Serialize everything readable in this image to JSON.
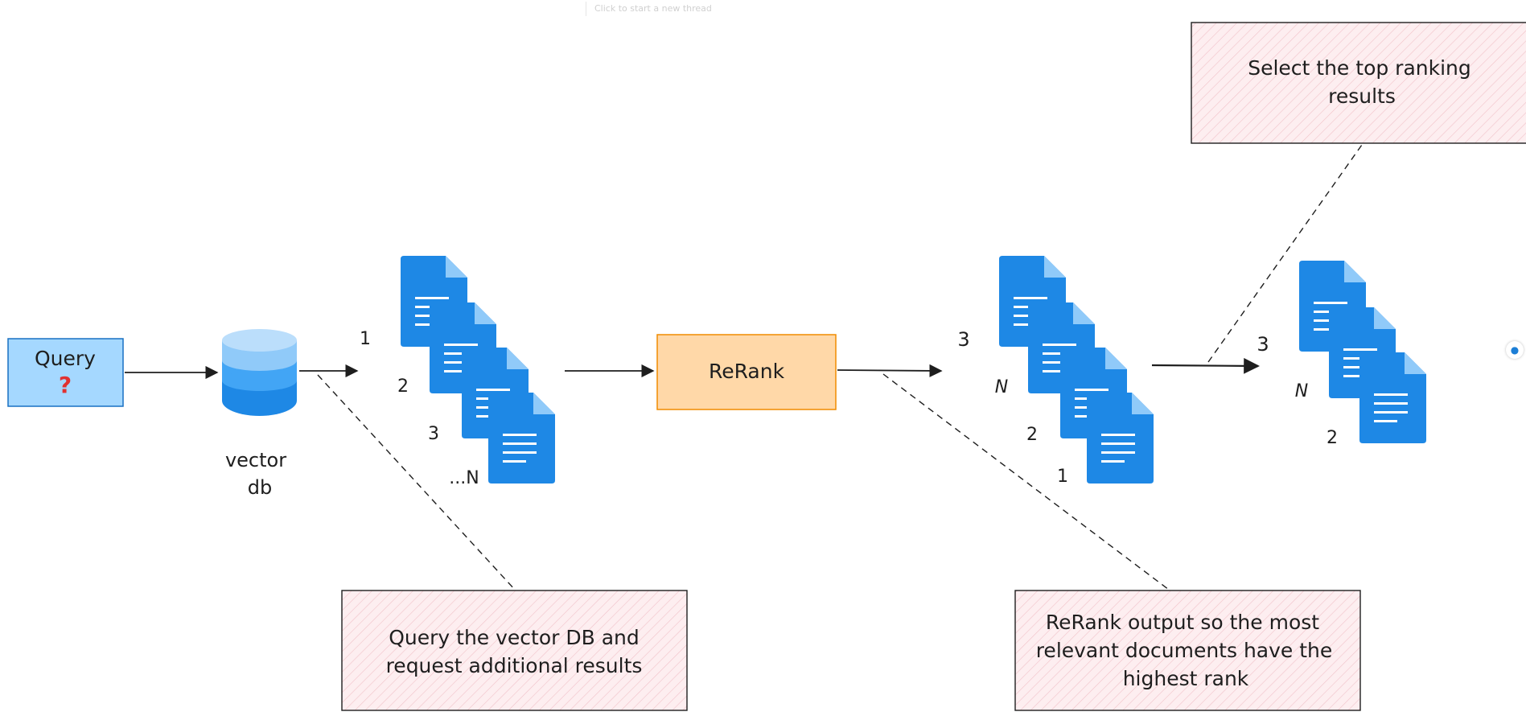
{
  "canvas_hint": "Click to start a new thread",
  "query_box": {
    "label": "Query",
    "mark": "?"
  },
  "vector_db": {
    "label_line1": "vector",
    "label_line2": "db"
  },
  "retrieved_docs": {
    "labels": [
      "1",
      "2",
      "3",
      "...N"
    ]
  },
  "rerank": {
    "label": "ReRank"
  },
  "reranked_docs": {
    "labels": [
      "3",
      "N",
      "2",
      "1"
    ]
  },
  "top_docs": {
    "labels": [
      "3",
      "N",
      "2"
    ]
  },
  "notes": {
    "query_note": [
      "Query the vector DB and",
      "request additional results"
    ],
    "rerank_note": [
      "ReRank output so the most",
      "relevant documents have the",
      "highest rank"
    ],
    "select_note": [
      "Select the top ranking",
      "results"
    ]
  },
  "edge_widget_icon": "droplet-icon",
  "colors": {
    "query_fill": "#a5d8ff",
    "query_stroke": "#1971c2",
    "mark_red": "#e03131",
    "rerank_fill": "#ffd8a8",
    "rerank_stroke": "#f08c00",
    "note_fill": "#fdeef0",
    "note_hatch": "#f2c2c9",
    "doc_blue": "#1e88e5",
    "doc_fold": "#90caf9",
    "db_top": "#90caf9",
    "db_mid": "#42a5f5",
    "db_bottom": "#1e88e5",
    "ink": "#1e1e1e"
  }
}
